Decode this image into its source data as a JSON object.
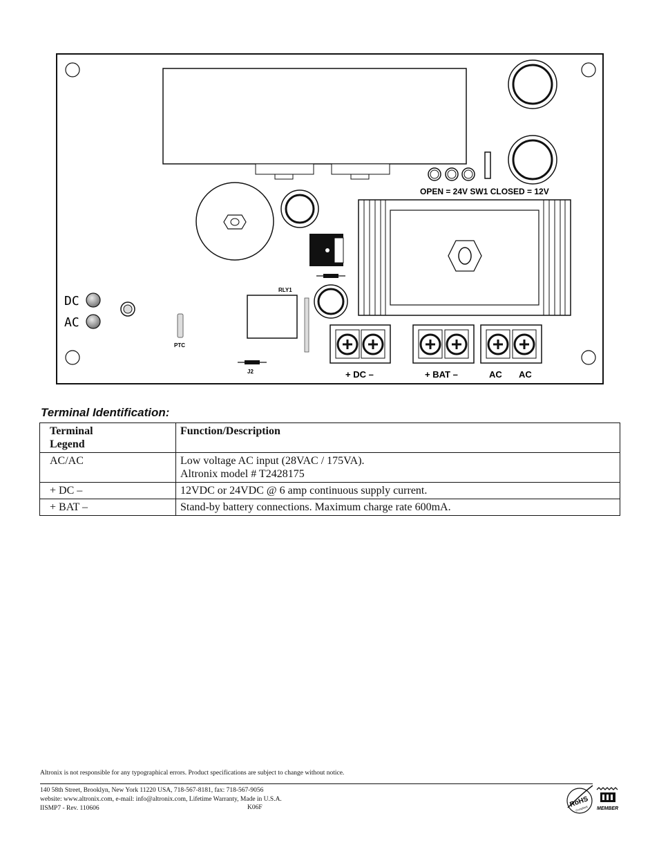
{
  "board": {
    "sw1_label": "OPEN = 24V SW1 CLOSED = 12V",
    "led_dc": "DC",
    "led_ac": "AC",
    "rly1": "RLY1",
    "ptc": "PTC",
    "j2": "J2",
    "term_dc": "+ DC –",
    "term_bat": "+ BAT –",
    "term_ac1": "AC",
    "term_ac2": "AC"
  },
  "terminal_section": {
    "title": "Terminal Identification:",
    "headers": [
      "Terminal\nLegend",
      "Function/Description"
    ],
    "rows": [
      {
        "legend": "AC/AC",
        "desc": "Low voltage AC input (28VAC / 175VA).\nAltronix model # T2428175"
      },
      {
        "legend": "+ DC –",
        "desc": "12VDC or 24VDC @ 6 amp continuous supply current."
      },
      {
        "legend": "+ BAT –",
        "desc": "Stand-by battery connections. Maximum charge rate 600mA."
      }
    ]
  },
  "footer": {
    "disclaimer": "Altronix is not responsible for any typographical errors. Product specifications are subject to change without notice.",
    "address": "140 58th Street, Brooklyn, New York 11220 USA, 718-567-8181, fax: 718-567-9056",
    "website": "website: www.altronix.com, e-mail: info@altronix.com, Lifetime Warranty, Made in U.S.A.",
    "doc_id": "IISMP7 - Rev. 110606",
    "code": "K06F",
    "rohs": "RoHS",
    "compliant": "Compliant",
    "member": "MEMBER"
  }
}
